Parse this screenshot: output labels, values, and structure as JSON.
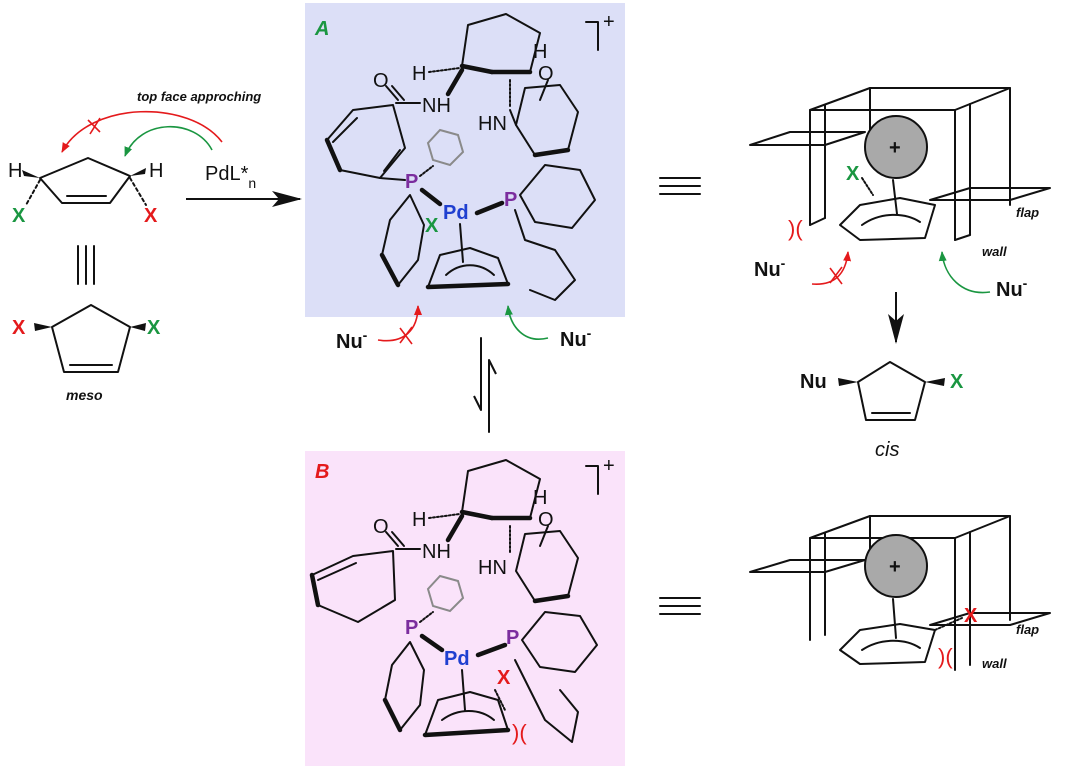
{
  "colors": {
    "green": "#1a9641",
    "red": "#e41a1c",
    "purple": "#7b2d9e",
    "blue": "#1f3fd0",
    "panel_a_bg": "#dcdff7",
    "panel_b_bg": "#fae3fa",
    "metal_sphere": "#a9a9a9"
  },
  "left": {
    "approach_label": "top face approching",
    "reagent": "PdL*",
    "reagent_sub": "n",
    "h_left": "H",
    "h_right": "H",
    "x_left": "X",
    "x_right": "X",
    "x_meso_left": "X",
    "x_meso_right": "X",
    "meso_label": "meso"
  },
  "panel_a": {
    "label": "A",
    "charge": "+",
    "h1": "H",
    "h2": "H",
    "nh": "NH",
    "hn": "HN",
    "o1": "O",
    "o2": "O",
    "p1": "P",
    "p2": "P",
    "pd": "Pd",
    "x": "X",
    "nu_left": "Nu",
    "nu_right": "Nu",
    "nu_charge": "-"
  },
  "panel_b": {
    "label": "B",
    "charge": "+",
    "h1": "H",
    "h2": "H",
    "nh": "NH",
    "hn": "HN",
    "o1": "O",
    "o2": "O",
    "p1": "P",
    "p2": "P",
    "pd": "Pd",
    "x": "X",
    "clash": ")("
  },
  "right_top": {
    "plus": "+",
    "x": "X",
    "clash": ")(",
    "flap": "flap",
    "wall": "wall",
    "nu_left": "Nu",
    "nu_right": "Nu",
    "nu_charge": "-"
  },
  "product": {
    "nu": "Nu",
    "x": "X",
    "label": "cis"
  },
  "right_bottom": {
    "plus": "+",
    "x": "X",
    "clash": ")(",
    "flap": "flap",
    "wall": "wall"
  }
}
